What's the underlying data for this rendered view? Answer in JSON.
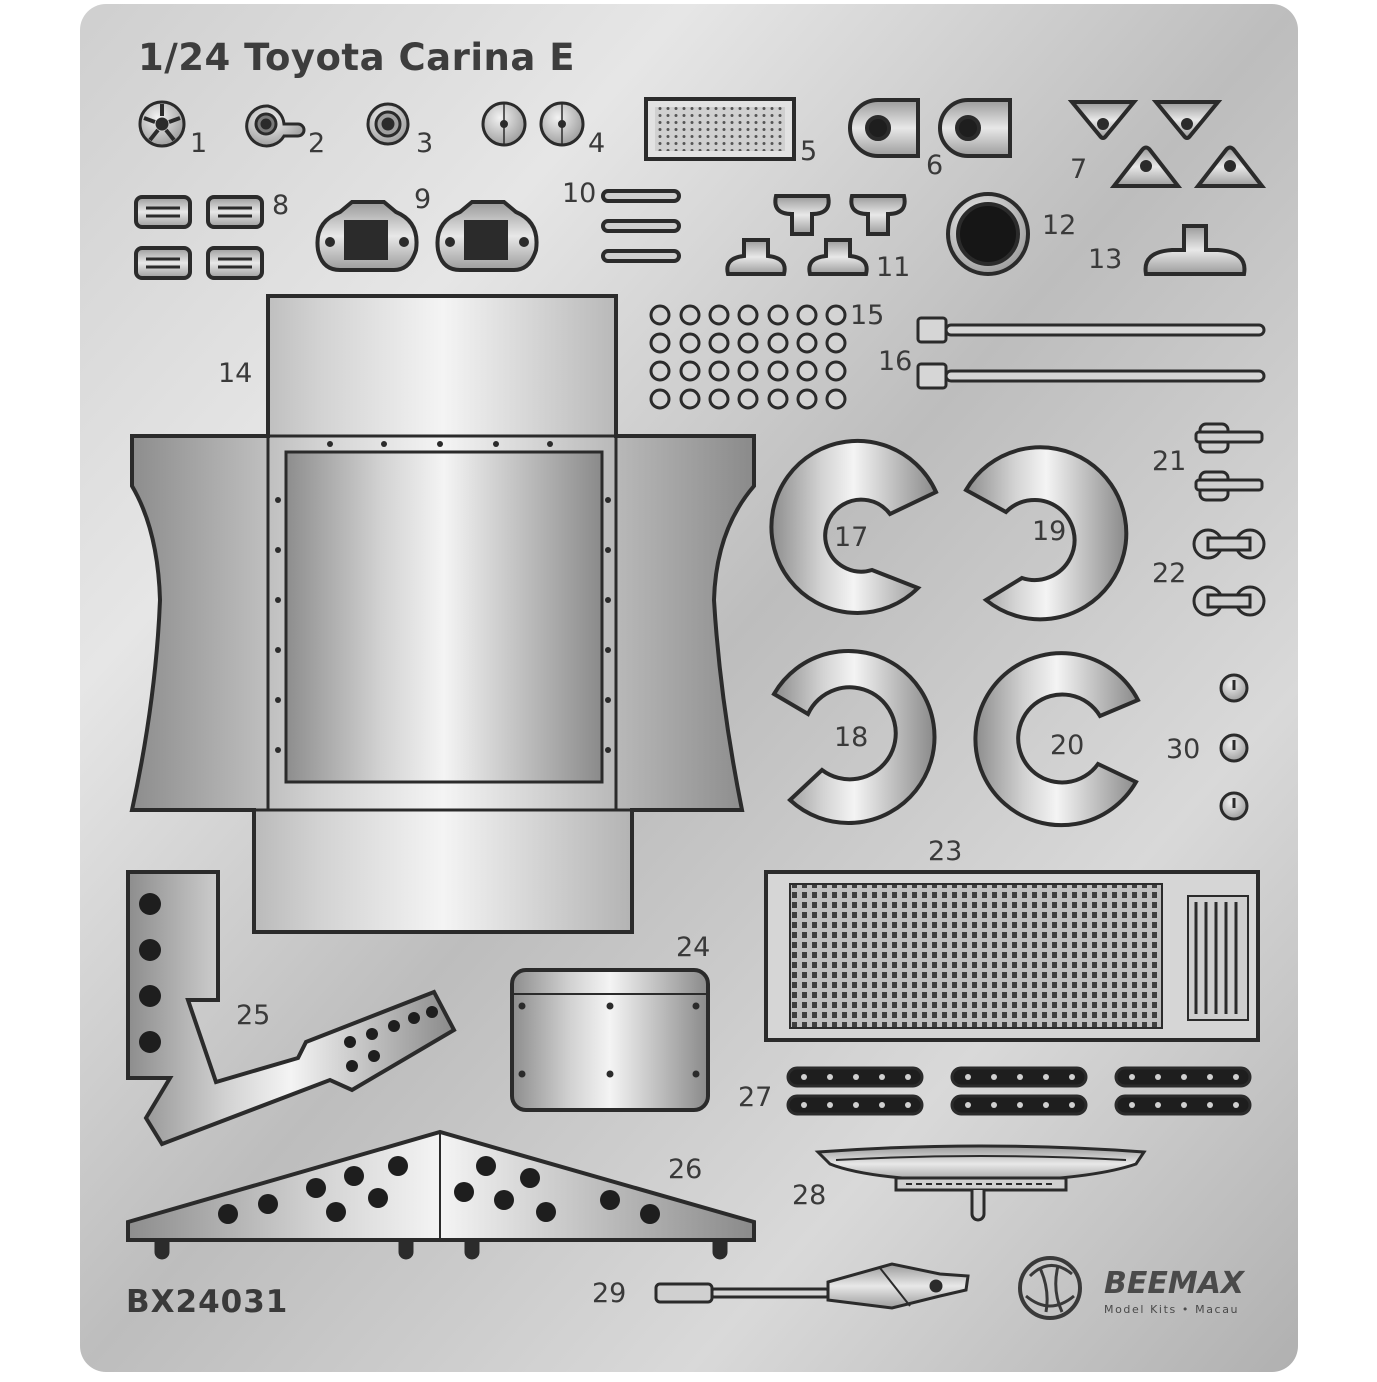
{
  "sheet": {
    "title": "1/24 Toyota Carina E",
    "product_code": "BX24031",
    "brand_name": "BEEMAX",
    "brand_tagline": "Model Kits • Macau"
  },
  "part_numbers": [
    "1",
    "2",
    "3",
    "4",
    "5",
    "6",
    "7",
    "8",
    "9",
    "10",
    "11",
    "12",
    "13",
    "14",
    "15",
    "16",
    "17",
    "18",
    "19",
    "20",
    "21",
    "22",
    "23",
    "24",
    "25",
    "26",
    "27",
    "28",
    "29",
    "30"
  ],
  "colors": {
    "sheet_light": "#e8e8e8",
    "sheet_mid": "#b4b4b4",
    "sheet_dark": "#8e8e8e",
    "outline": "#2b2b2b",
    "text": "#3a3a3a"
  }
}
